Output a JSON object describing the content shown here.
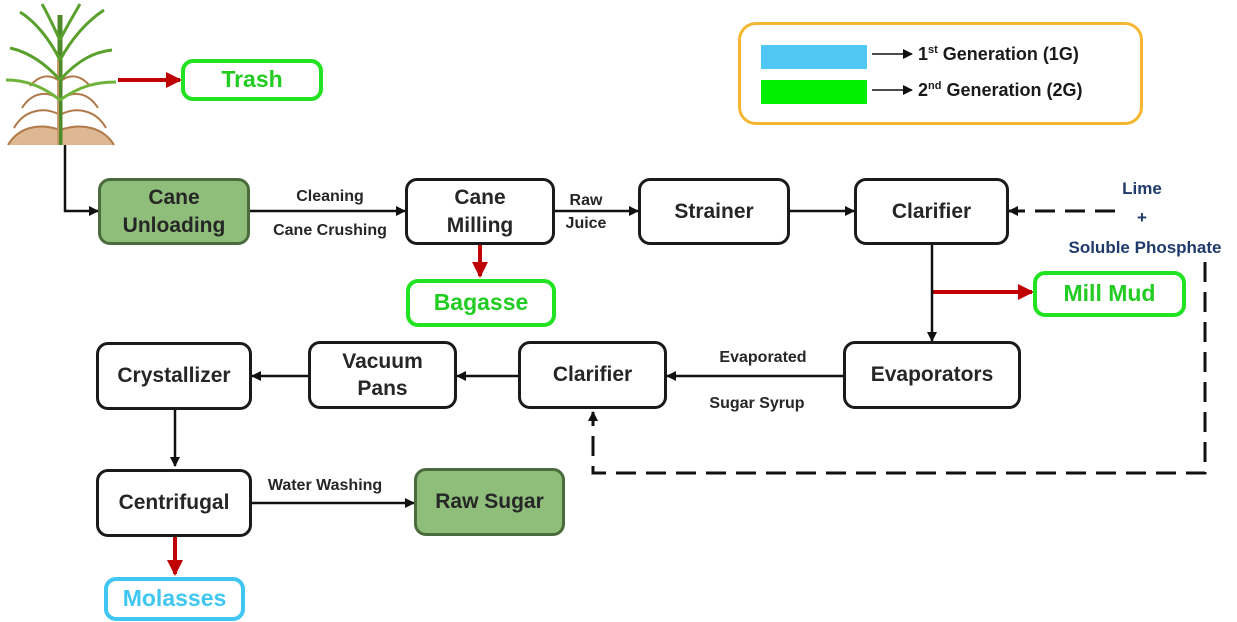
{
  "legend": {
    "first_gen_sup": "st",
    "first_gen_rest": " Generation (1G)",
    "second_gen_sup": "nd",
    "second_gen_rest": " Generation (2G)",
    "first_gen_color": "#4fc8f5",
    "second_gen_color": "#00ee00"
  },
  "nodes": {
    "trash": "Trash",
    "cane_unloading": "Cane\nUnloading",
    "cane_milling": "Cane\nMilling",
    "strainer": "Strainer",
    "clarifier_1": "Clarifier",
    "bagasse": "Bagasse",
    "mill_mud": "Mill Mud",
    "evaporators": "Evaporators",
    "clarifier_2": "Clarifier",
    "vacuum_pans": "Vacuum\nPans",
    "crystallizer": "Crystallizer",
    "centrifugal": "Centrifugal",
    "raw_sugar": "Raw Sugar",
    "molasses": "Molasses"
  },
  "edge_labels": {
    "cleaning": "Cleaning",
    "cane_crushing": "Cane Crushing",
    "raw": "Raw",
    "juice": "Juice",
    "evaporated": "Evaporated",
    "sugar_syrup": "Sugar Syrup",
    "water_washing": "Water Washing"
  },
  "additives": {
    "lime": "Lime",
    "plus": "+",
    "soluble_phosphate": "Soluble Phosphate"
  }
}
